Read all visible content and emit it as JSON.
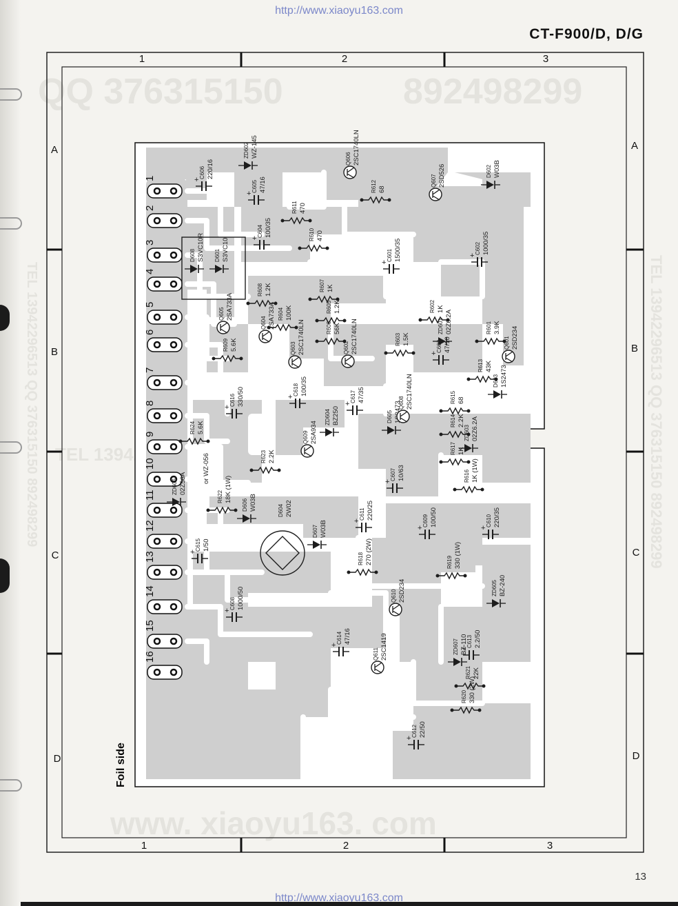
{
  "header": {
    "url": "http://www.xiaoyu163.com",
    "model": "CT-F900/D, D/G"
  },
  "footer": {
    "url": "http://www.xiaoyu163.com",
    "page_number": "13"
  },
  "grid": {
    "columns": [
      "1",
      "2",
      "3"
    ],
    "rows": [
      "A",
      "B",
      "C",
      "D"
    ]
  },
  "side_label": "Foil side",
  "watermarks": {
    "qq": "QQ 376315150",
    "phone": "892498299",
    "site": "www. xiaoyu163. com",
    "tel_right": "TEL 13942296513 QQ 376315150 892498299",
    "tel_left": "TEL 13942296513 QQ 376315150 892498299",
    "tel_mid": "TEL 13942296513"
  },
  "connectors": [
    "1",
    "2",
    "3",
    "4",
    "5",
    "6",
    "7",
    "8",
    "9",
    "10",
    "11",
    "12",
    "13",
    "14",
    "15",
    "16"
  ],
  "components": [
    {
      "ref": "C606",
      "val": "220/16"
    },
    {
      "ref": "ZD602",
      "val": "WZ-145"
    },
    {
      "ref": "C605",
      "val": "47/16"
    },
    {
      "ref": "R611",
      "val": "470"
    },
    {
      "ref": "C604",
      "val": "100/35"
    },
    {
      "ref": "R610",
      "val": "470"
    },
    {
      "ref": "Q606",
      "val": "2SC1740LN"
    },
    {
      "ref": "R612",
      "val": "68"
    },
    {
      "ref": "Q607",
      "val": "2SD526"
    },
    {
      "ref": "D602",
      "val": "W03B"
    },
    {
      "ref": "C601",
      "val": "1500/35"
    },
    {
      "ref": "C602",
      "val": "1000/35"
    },
    {
      "ref": "D608",
      "val": "S3VC10R"
    },
    {
      "ref": "D601",
      "val": "S3VC10"
    },
    {
      "ref": "R608",
      "val": "1.2K"
    },
    {
      "ref": "R607",
      "val": "1K"
    },
    {
      "ref": "Q605",
      "val": "2SA733A"
    },
    {
      "ref": "R604",
      "val": "100K"
    },
    {
      "ref": "R605",
      "val": "1.2K"
    },
    {
      "ref": "R606",
      "val": "56K"
    },
    {
      "ref": "R602",
      "val": "1K"
    },
    {
      "ref": "ZD601",
      "val": "02Z6.2A"
    },
    {
      "ref": "R601",
      "val": "3.9K"
    },
    {
      "ref": "Q601",
      "val": "2SD234"
    },
    {
      "ref": "R609",
      "val": "5.6K"
    },
    {
      "ref": "Q604",
      "val": "2SA733A"
    },
    {
      "ref": "Q603",
      "val": "2SC1740LN"
    },
    {
      "ref": "Q602",
      "val": "2SC1740LN"
    },
    {
      "ref": "R603",
      "val": "1.5K"
    },
    {
      "ref": "C603",
      "val": "47/10"
    },
    {
      "ref": "R613",
      "val": "43K"
    },
    {
      "ref": "C616",
      "val": "330/50"
    },
    {
      "ref": "C618",
      "val": "100/35"
    },
    {
      "ref": "C617",
      "val": "47/35"
    },
    {
      "ref": "D605",
      "val": "1S2473"
    },
    {
      "ref": "Q608",
      "val": "2SC1740LN"
    },
    {
      "ref": "R615",
      "val": "68"
    },
    {
      "ref": "D603",
      "val": "1S2473"
    },
    {
      "ref": "R624",
      "val": "5.6K"
    },
    {
      "ref": "ZD604",
      "val": "BZ250"
    },
    {
      "ref": "R614",
      "val": "2.2K"
    },
    {
      "ref": "R623",
      "val": "2.2K"
    },
    {
      "ref": "Q609",
      "val": "2SA934"
    },
    {
      "ref": "R617",
      "val": "1K"
    },
    {
      "ref": "ZD603",
      "val": "02Z6.2A"
    },
    {
      "ref": "ZD606",
      "val": "02Z56A"
    },
    {
      "ref": "ZD606_alt",
      "val": "or WZ-056"
    },
    {
      "ref": "C607",
      "val": "10/63"
    },
    {
      "ref": "R616",
      "val": "1K (1W)"
    },
    {
      "ref": "R622",
      "val": "18K (1W)"
    },
    {
      "ref": "D606",
      "val": "W03B"
    },
    {
      "ref": "D604",
      "val": "2W02"
    },
    {
      "ref": "C611",
      "val": "220/25"
    },
    {
      "ref": "C609",
      "val": "100/50"
    },
    {
      "ref": "C610",
      "val": "220/35"
    },
    {
      "ref": "C615",
      "val": "1/50"
    },
    {
      "ref": "D607",
      "val": "W03B"
    },
    {
      "ref": "R618",
      "val": "270 (2W)"
    },
    {
      "ref": "R619",
      "val": "330 (1W)"
    },
    {
      "ref": "Q610",
      "val": "2SD234"
    },
    {
      "ref": "ZD605",
      "val": "BZ-240"
    },
    {
      "ref": "C608",
      "val": "1000/50"
    },
    {
      "ref": "C614",
      "val": "47/16"
    },
    {
      "ref": "Q611",
      "val": "2SC1419"
    },
    {
      "ref": "ZD607",
      "val": "BZ-110"
    },
    {
      "ref": "C613",
      "val": "2.2/50"
    },
    {
      "ref": "R621",
      "val": "22K"
    },
    {
      "ref": "R620",
      "val": "330 (2W)"
    },
    {
      "ref": "C612",
      "val": "22/50"
    }
  ]
}
